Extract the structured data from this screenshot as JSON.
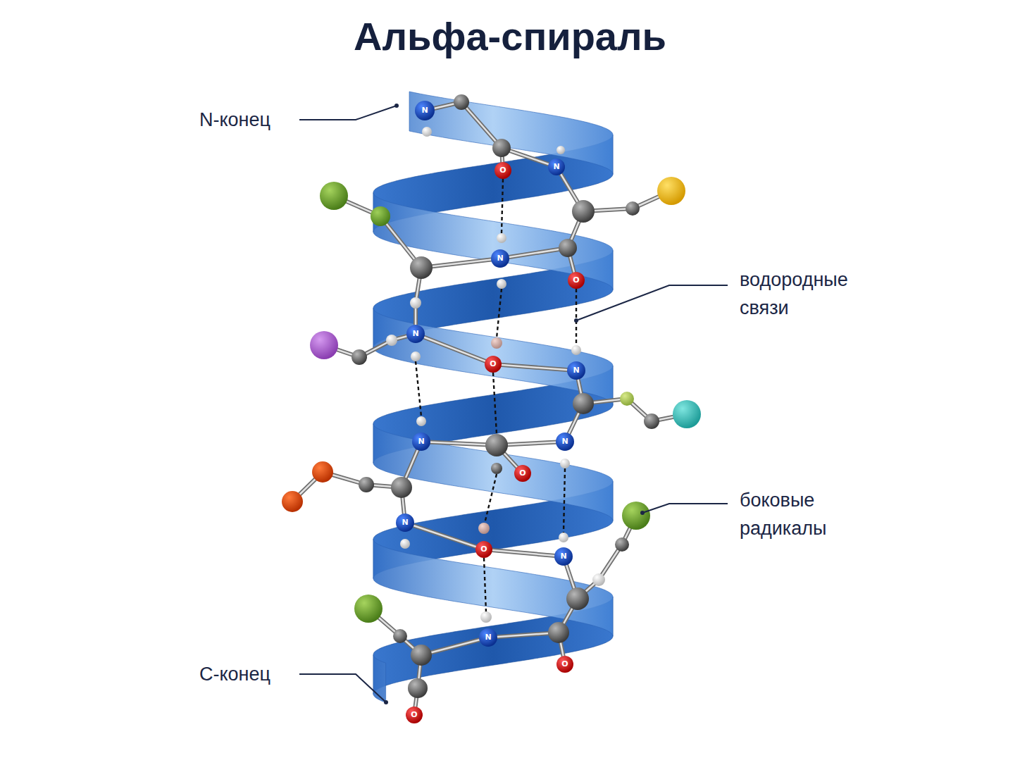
{
  "diagram": {
    "title": "Альфа-спираль",
    "labels": [
      "N-конец",
      "водородные связи",
      "боковые радикалы",
      "C-конец",
      "N",
      "N",
      "O",
      "N",
      "O",
      "N",
      "O",
      "N",
      "N",
      "N",
      "O",
      "N",
      "O",
      "N",
      "N",
      "O",
      "O"
    ]
  }
}
